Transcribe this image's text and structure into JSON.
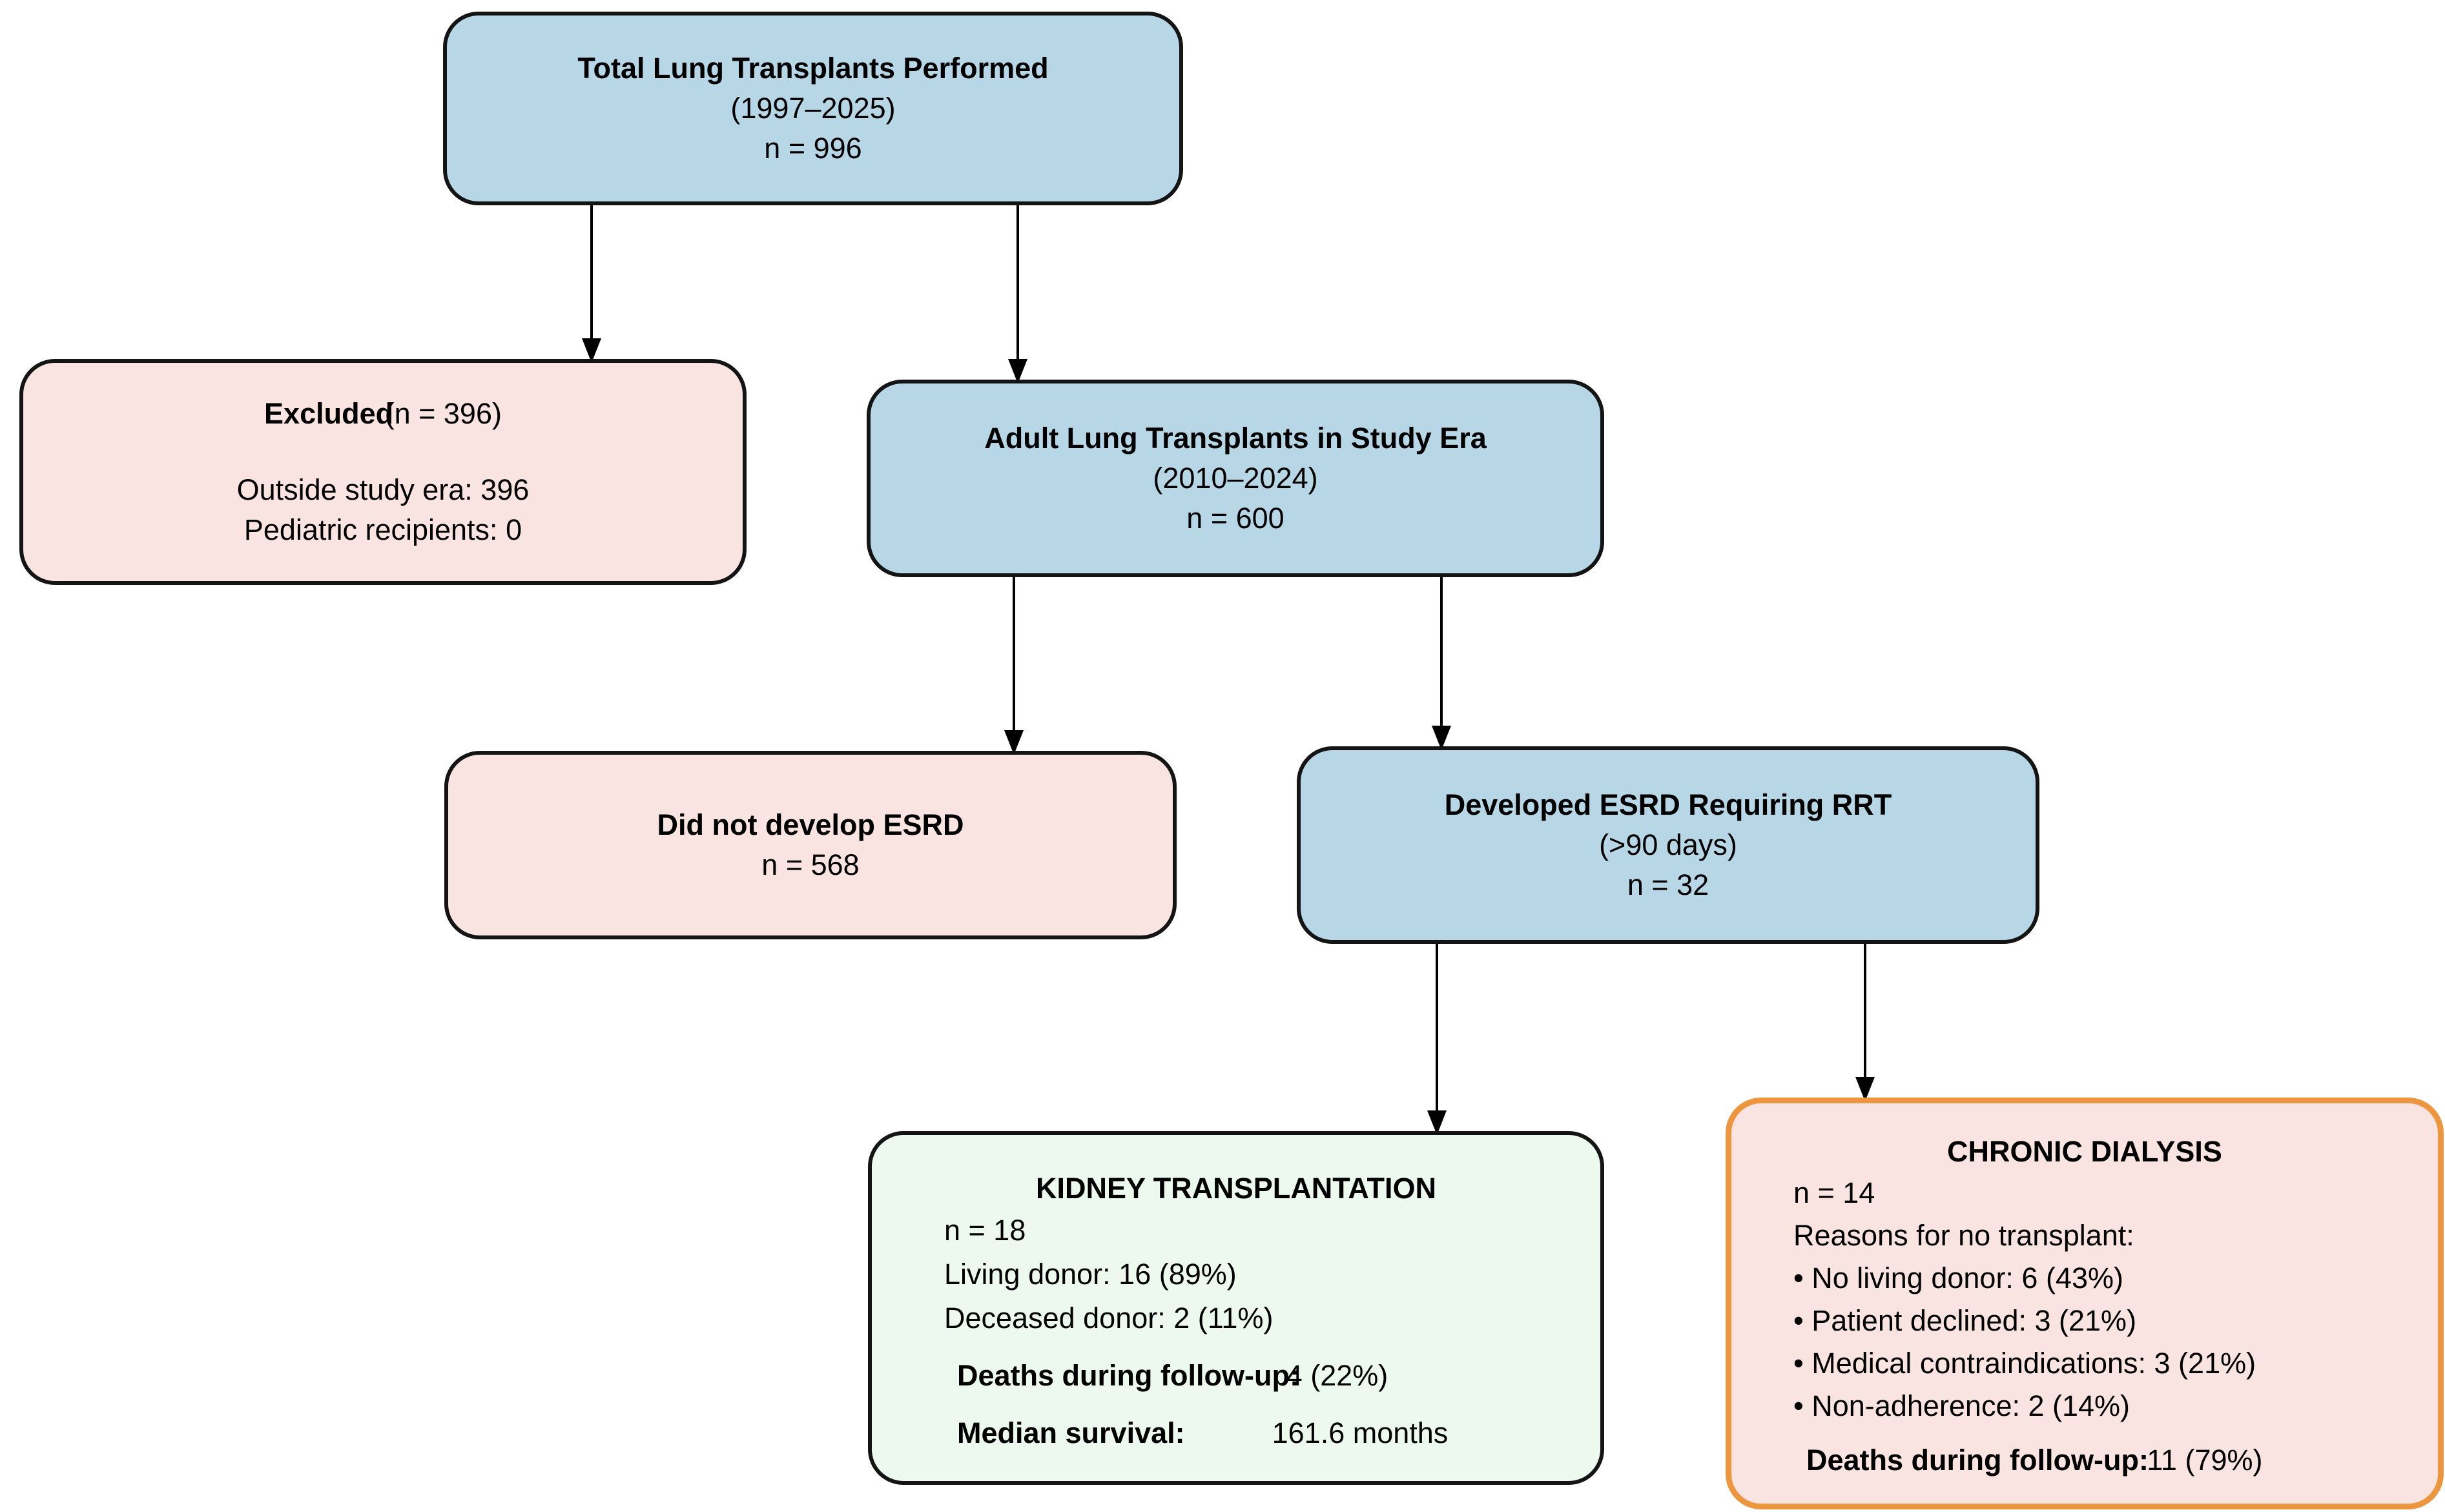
{
  "diagram": {
    "boxes": {
      "total": {
        "title": "Total Lung Transplants Performed",
        "era": "(1997–2025)",
        "n": "n = 996"
      },
      "excluded": {
        "title": "Excluded",
        "title_suffix": "(n = 396)",
        "lines": [
          "Outside study era: 396",
          "Pediatric recipients: 0"
        ]
      },
      "adult": {
        "title": "Adult Lung Transplants in Study Era",
        "era": "(2010–2024)",
        "n": "n = 600"
      },
      "no_esrd": {
        "title": "Did not develop ESRD",
        "n": "n = 568"
      },
      "esrd": {
        "title": "Developed ESRD Requiring RRT",
        "era": "(>90 days)",
        "n": "n = 32"
      },
      "kidney": {
        "title": "KIDNEY TRANSPLANTATION",
        "lines": [
          "n = 18",
          "Living donor: 16 (89%)",
          "Deceased donor: 2 (11%)"
        ],
        "deaths_label": "Deaths during follow-up:",
        "deaths_value": "4 (22%)",
        "median_label": "Median survival:",
        "median_value": "161.6 months"
      },
      "dialysis": {
        "title": "CHRONIC DIALYSIS",
        "lines": [
          "n = 14",
          "Reasons for no transplant:",
          "• No living donor: 6 (43%)",
          "• Patient declined: 3 (21%)",
          "• Medical contraindications: 3 (21%)",
          "• Non-adherence: 2 (14%)"
        ],
        "deaths_label": "Deaths during follow-up:",
        "deaths_value": "11 (79%)"
      }
    },
    "colors": {
      "blue_fill": "#b7d7e6",
      "pink_fill": "#f9e4e1",
      "green_fill": "#edf8ee",
      "orange_border": "#ec9640",
      "box_border": "#141414",
      "arrow": "#000000",
      "background": "#ffffff"
    }
  }
}
